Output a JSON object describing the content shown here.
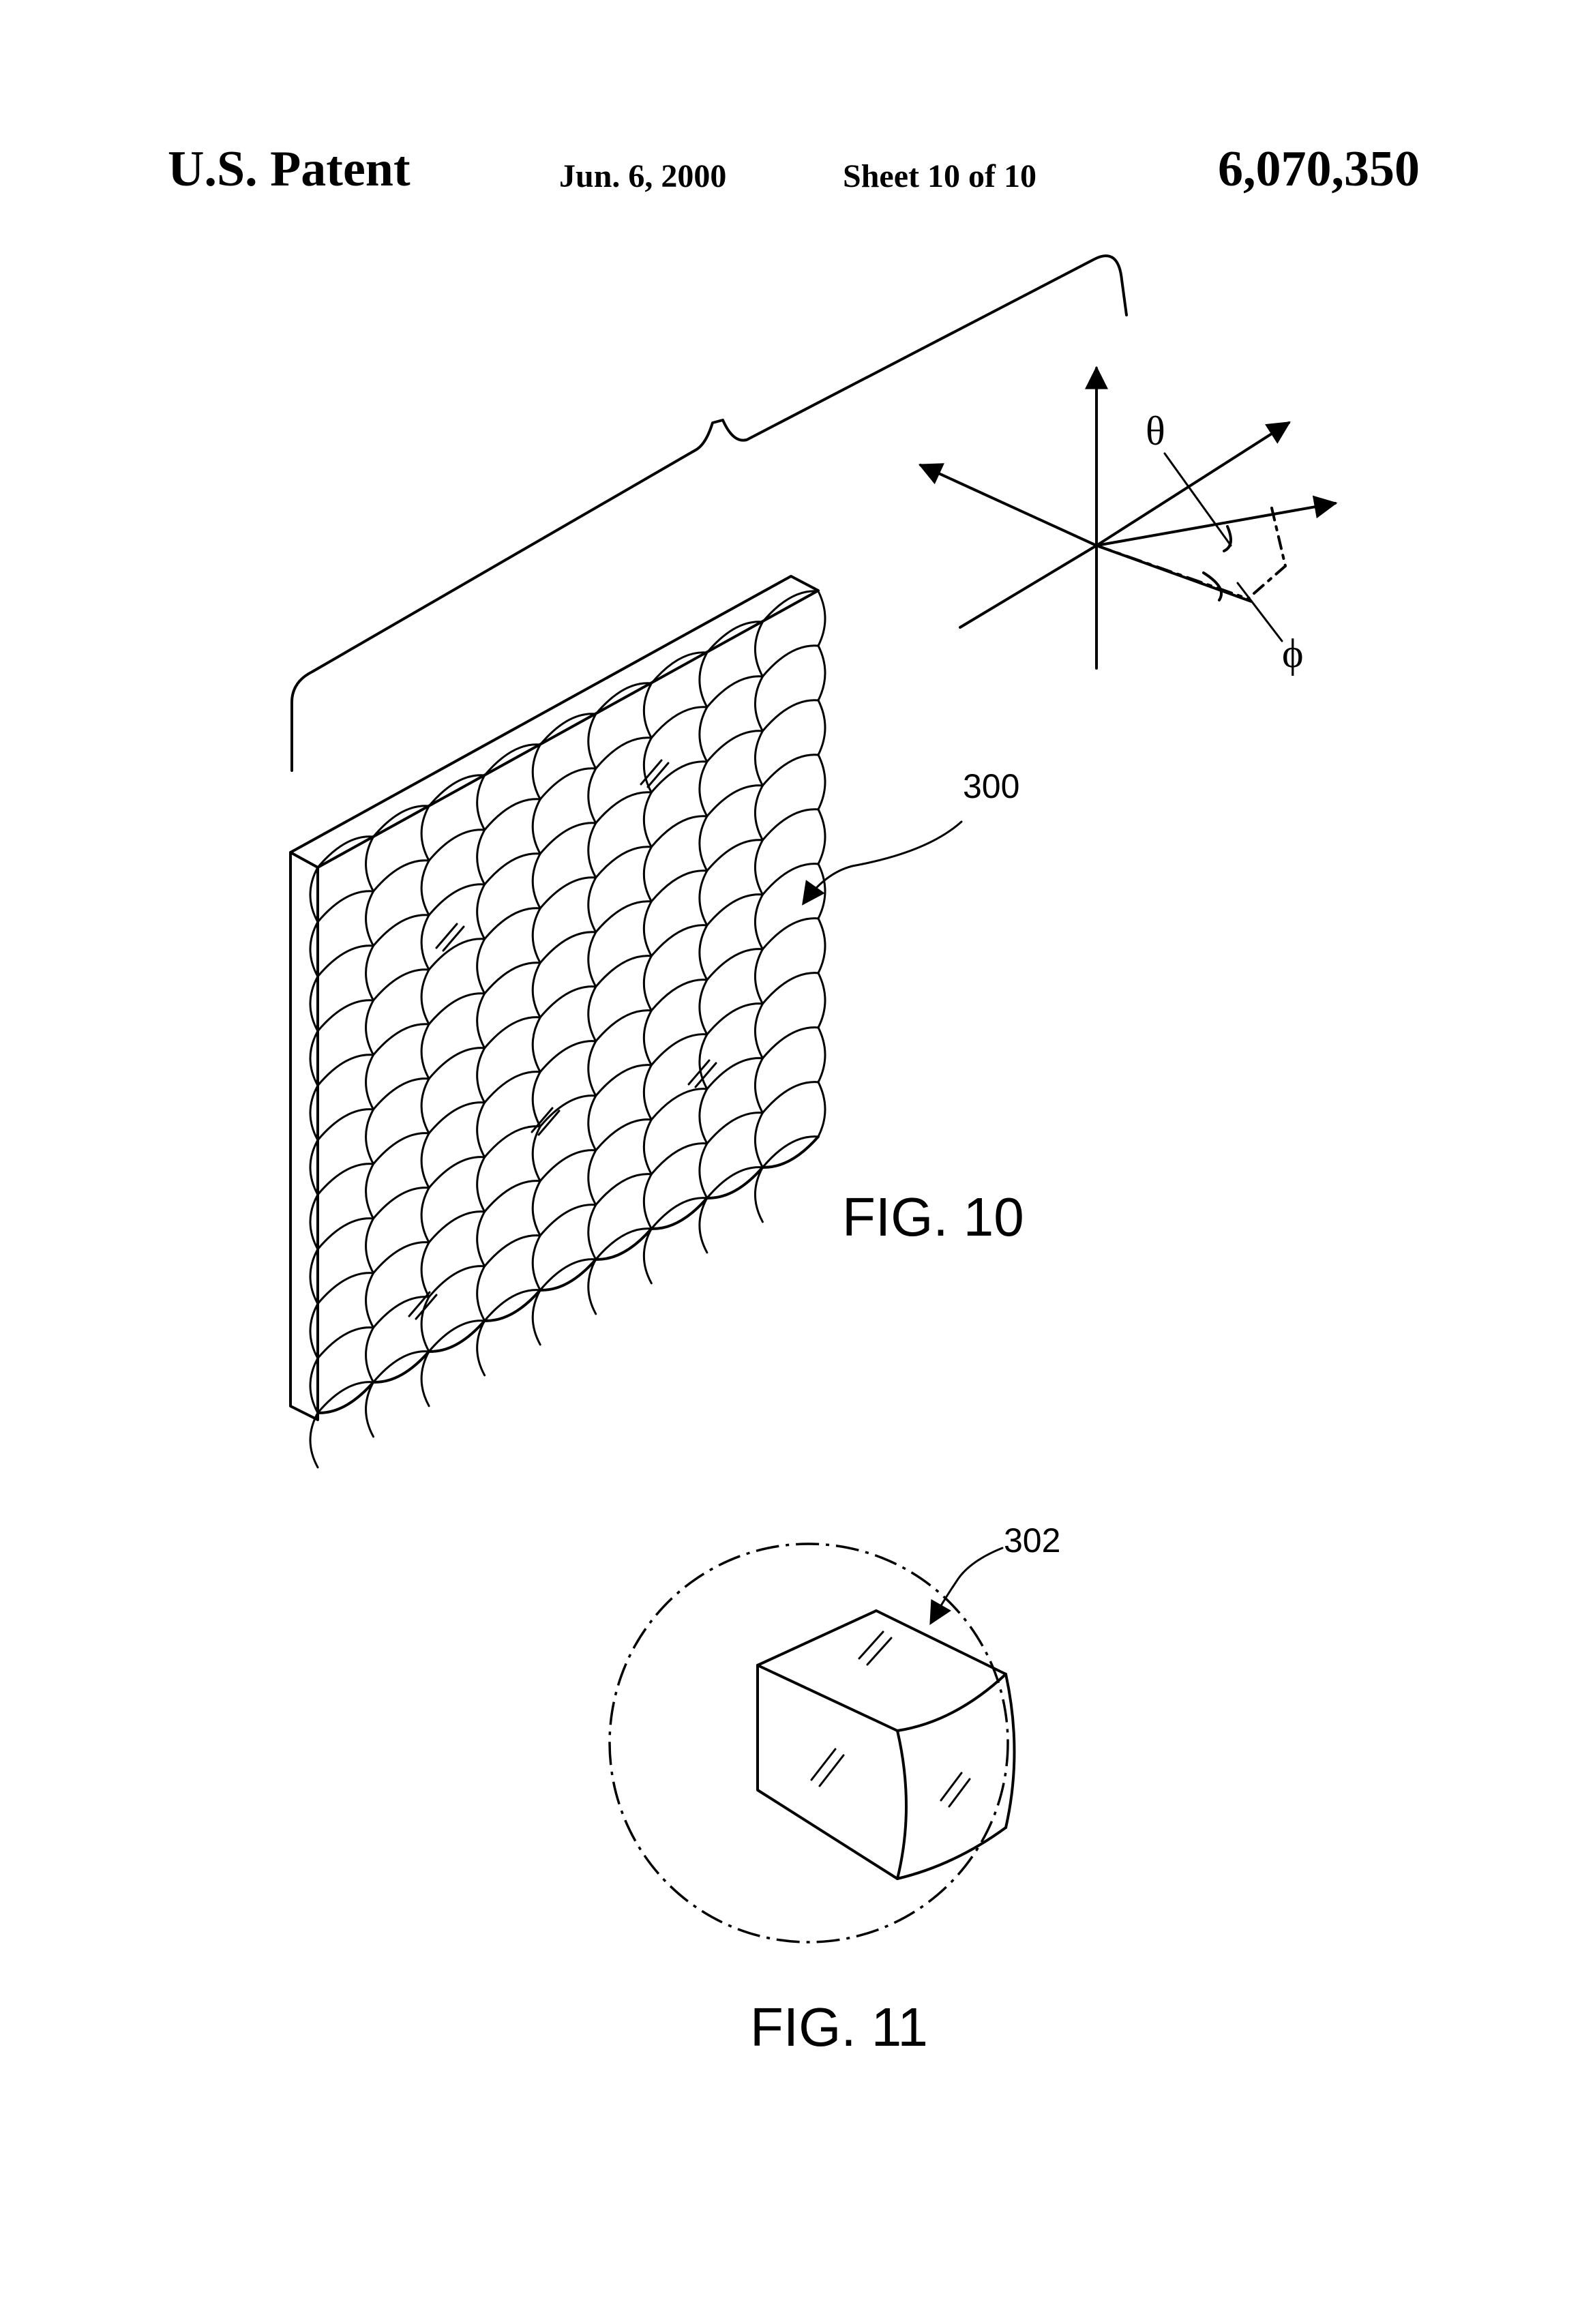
{
  "header": {
    "left": "U.S. Patent",
    "date": "Jun. 6, 2000",
    "sheet": "Sheet 10 of 10",
    "patent_number": "6,070,350"
  },
  "figures": {
    "fig10": {
      "label": "FIG. 10",
      "ref": "300",
      "theta": "θ",
      "phi": "ϕ"
    },
    "fig11": {
      "label": "FIG. 11",
      "ref": "302"
    }
  }
}
